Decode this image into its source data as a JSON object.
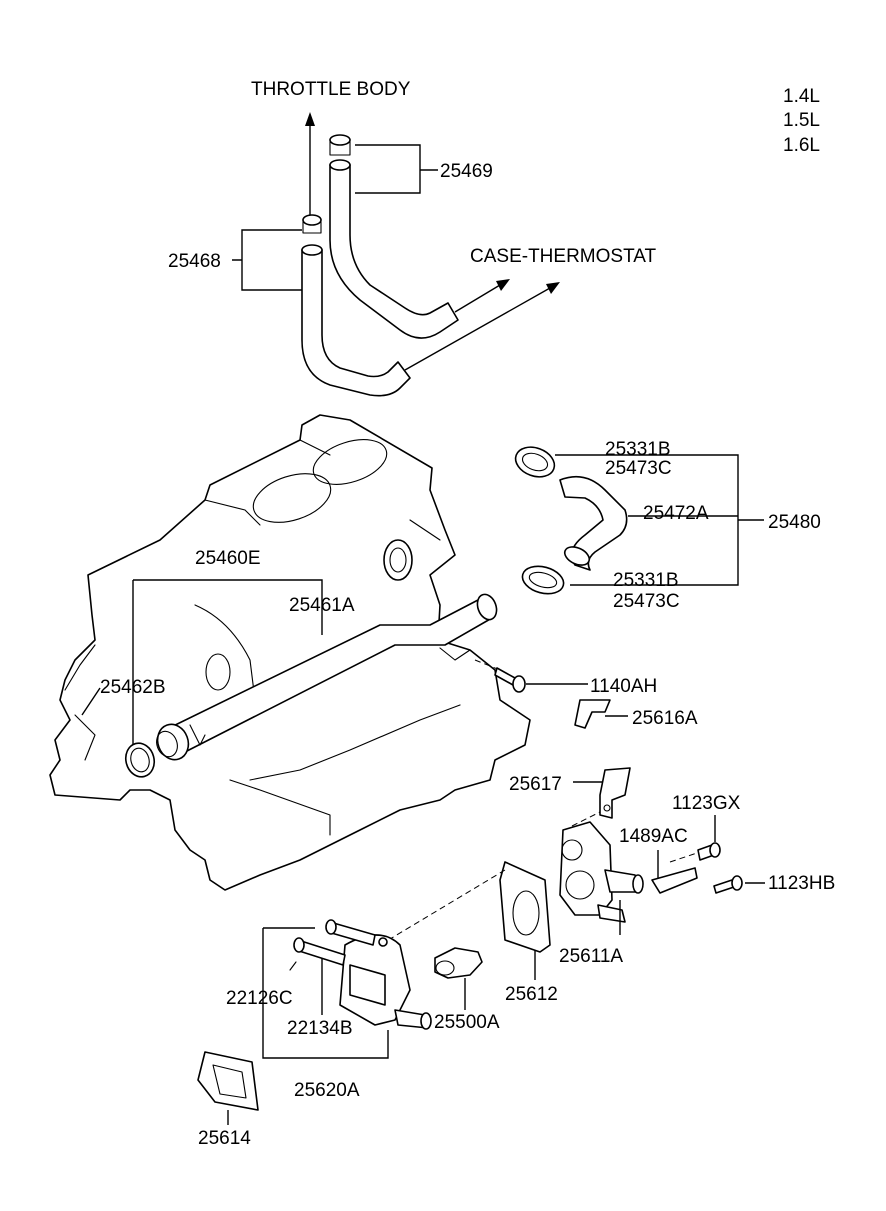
{
  "engine_variants": [
    "1.4L",
    "1.5L",
    "1.6L"
  ],
  "destinations": {
    "throttle_body": "THROTTLE BODY",
    "case_thermostat": "CASE-THERMOSTAT"
  },
  "parts": {
    "p25469": "25469",
    "p25468": "25468",
    "p25331b_top": "25331B",
    "p25473c_top": "25473C",
    "p25472a": "25472A",
    "p25480": "25480",
    "p25331b_bot": "25331B",
    "p25473c_bot": "25473C",
    "p25460e": "25460E",
    "p25461a": "25461A",
    "p25462b": "25462B",
    "p1140ah": "1140AH",
    "p25616a": "25616A",
    "p25617": "25617",
    "p1123gx": "1123GX",
    "p1489ac": "1489AC",
    "p1123hb": "1123HB",
    "p25611a": "25611A",
    "p25612": "25612",
    "p22126c": "22126C",
    "p22134b": "22134B",
    "p25500a": "25500A",
    "p25620a": "25620A",
    "p25614": "25614"
  }
}
